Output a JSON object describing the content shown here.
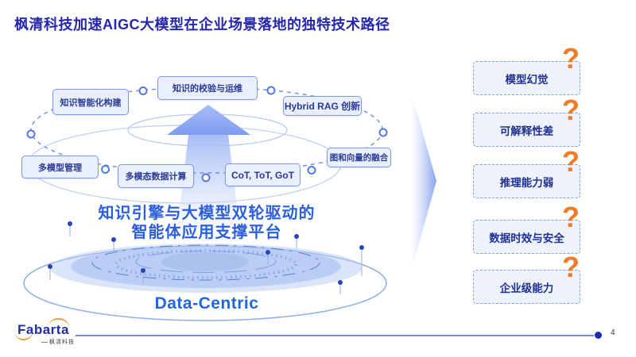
{
  "slide": {
    "title": "枫清科技加速AIGC大模型在企业场景落地的独特技术路径",
    "page_number": "4"
  },
  "diagram": {
    "boxes": [
      {
        "label": "知识智能化构建"
      },
      {
        "label": "知识的校验与运维"
      },
      {
        "label": "Hybrid RAG 创新"
      },
      {
        "label": "多模型管理"
      },
      {
        "label": "多模态数据计算"
      },
      {
        "label": "CoT, ToT, GoT"
      },
      {
        "label": "图和向量的融合"
      }
    ],
    "center_title": {
      "line1": "知识引擎与大模型双轮驱动的",
      "line2": "智能体应用支撑平台"
    },
    "platform_label": "Data-Centric"
  },
  "challenges": {
    "question_mark": "?",
    "items": [
      {
        "label": "模型幻觉"
      },
      {
        "label": "可解释性差"
      },
      {
        "label": "推理能力弱"
      },
      {
        "label": "数据时效与安全"
      },
      {
        "label": "企业级能力"
      }
    ]
  },
  "footer": {
    "logo_text": "Fabarta",
    "logo_subtext": "枫清科技"
  },
  "colors": {
    "title_blue": "#2527ad",
    "diagram_box_border": "#7e99e8",
    "diagram_box_fill": "#e9effc",
    "diagram_box_text": "#2b3a96",
    "headline_blue": "#2b5fde",
    "platform_label_blue": "#2166e0",
    "challenge_border": "#82a2e2",
    "question_orange": "#ed7d28",
    "logo_navy": "#202f9d",
    "logo_orange": "#f19a3b",
    "footer_line_blue": "#6274d6"
  }
}
